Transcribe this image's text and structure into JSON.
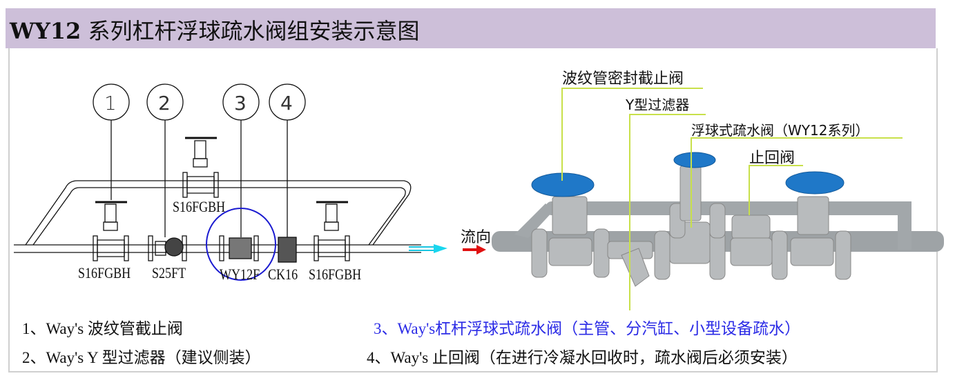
{
  "title": {
    "bold": "WY12",
    "rest": " 系列杠杆浮球疏水阀组安装示意图"
  },
  "schematic": {
    "callouts": [
      "1",
      "2",
      "3",
      "4"
    ],
    "labels": {
      "top_valve": "S16FGBH",
      "valve_left": "S16FGBH",
      "strainer": "S25FT",
      "trap": "WY12F",
      "check": "CK16",
      "valve_right": "S16FGBH"
    }
  },
  "photo": {
    "flow_label": "流向",
    "labels": [
      "波纹管密封截止阀",
      "Y型过滤器",
      "浮球式疏水阀（WY12系列）",
      "止回阀"
    ],
    "colors": {
      "leader": "#c8e04a",
      "handwheel": "#1f78c8",
      "arrow": "#e01010"
    }
  },
  "notes": [
    "1、Way's  波纹管截止阀",
    "3、Way's杠杆浮球式疏水阀（主管、分汽缸、小型设备疏水）",
    "2、Way's Y 型过滤器（建议侧装）",
    "4、Way's  止回阀（在进行冷凝水回收时，疏水阀后必须安装）"
  ]
}
